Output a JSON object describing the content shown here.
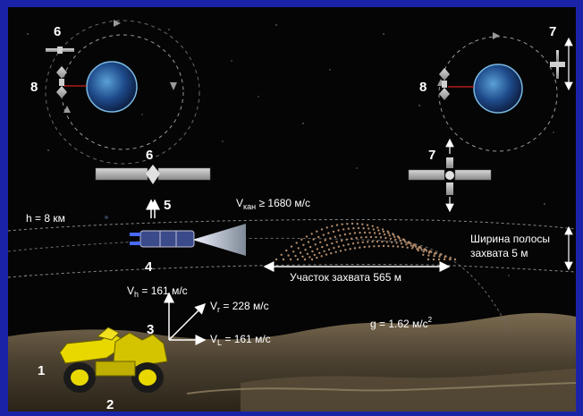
{
  "numbers": {
    "sat_6_top": "6",
    "sat_8_left": "8",
    "sat_8_right": "8",
    "sat_7_top": "7",
    "sat_6_mid": "6",
    "sat_7_mid": "7",
    "thrust_5": "5",
    "vehicle_4": "4",
    "launch_3": "3",
    "truck_1": "1",
    "truck_2": "2"
  },
  "labels": {
    "altitude": "h = 8 км",
    "v_channel_main": "V",
    "v_channel_sub": "кан",
    "v_channel_rest": " ≥ 1680 м/с",
    "capture_zone": "Участок захвата 565 м",
    "strip_width_line1": "Ширина полосы",
    "strip_width_line2": "захвата 5 м",
    "vh_main": "V",
    "vh_sub": "h",
    "vh_rest": " = 161 м/с",
    "vr_main": "V",
    "vr_sub": "r",
    "vr_rest": " = 228 м/с",
    "vl_main": "V",
    "vl_sub": "L",
    "vl_rest": " = 161 м/с",
    "gravity_main": "g = 1.62 м/с",
    "gravity_sup": "2"
  },
  "colors": {
    "frame": "#1a23a8",
    "space": "#050505",
    "terrain": "#4a4030",
    "truck": "#e8d800",
    "earth": "#1e4a8a",
    "dots": "#b08a6a"
  }
}
